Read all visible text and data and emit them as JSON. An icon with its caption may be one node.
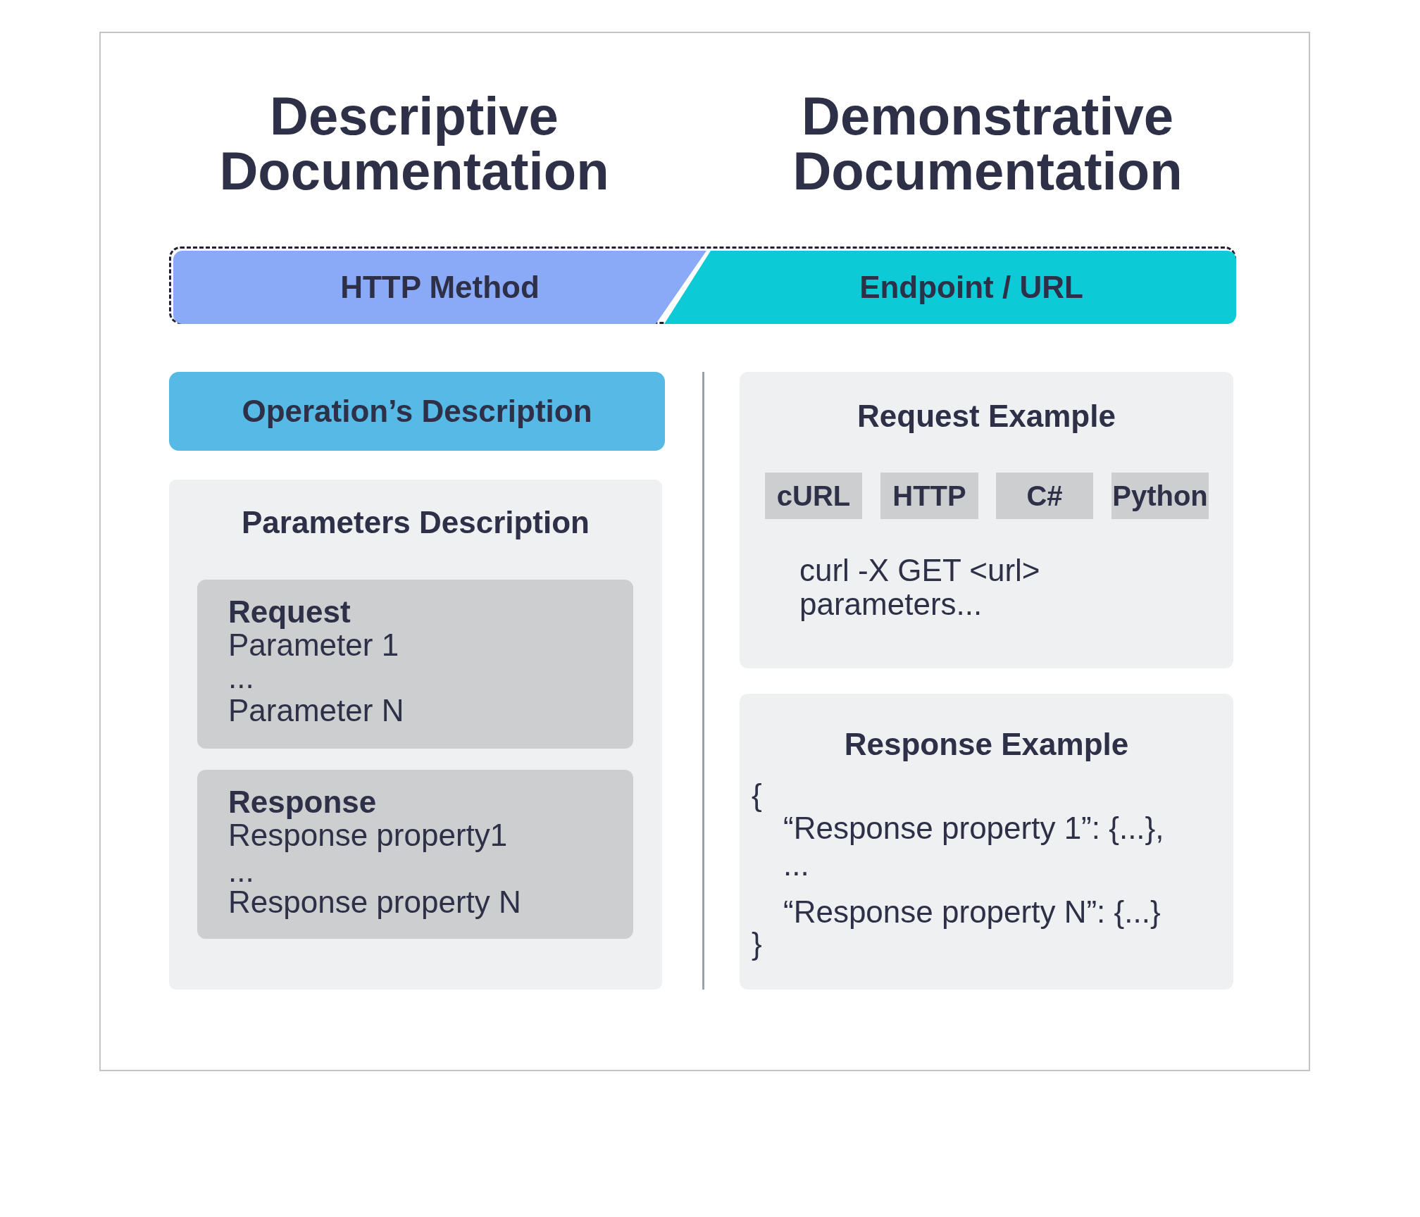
{
  "diagram": {
    "nodes": [
      {
        "text": [],
        "shape": "bar"
      },
      {
        "text": [
          "HTTP Method"
        ],
        "in": 0
      },
      {
        "text": [
          "Endpoint / URL"
        ],
        "in": 0
      },
      {
        "text": [
          "Operation’s Description"
        ]
      },
      {
        "text": [
          "Parameters Description"
        ]
      },
      {
        "text": [
          "Request",
          "Parameter 1",
          "...",
          "Parameter N"
        ],
        "in": 4
      },
      {
        "text": [
          "Response",
          "Response property1",
          "...",
          "Response property N"
        ],
        "in": 4
      },
      {
        "text": [
          "Request Example",
          "curl -X GET <url>",
          "parameters..."
        ]
      },
      {
        "text": [
          "cURL"
        ],
        "in": 7
      },
      {
        "text": [
          "HTTP"
        ],
        "in": 7
      },
      {
        "text": [
          "C#"
        ],
        "in": 7
      },
      {
        "text": [
          "Python"
        ],
        "in": 7
      },
      {
        "text": [
          "Response Example",
          "{",
          "“Response property 1”: {...},",
          "...",
          "“Response property N”: {...}",
          "}"
        ]
      }
    ],
    "labels": [
      "Descriptive Documentation",
      "Demonstrative Documentation"
    ]
  }
}
